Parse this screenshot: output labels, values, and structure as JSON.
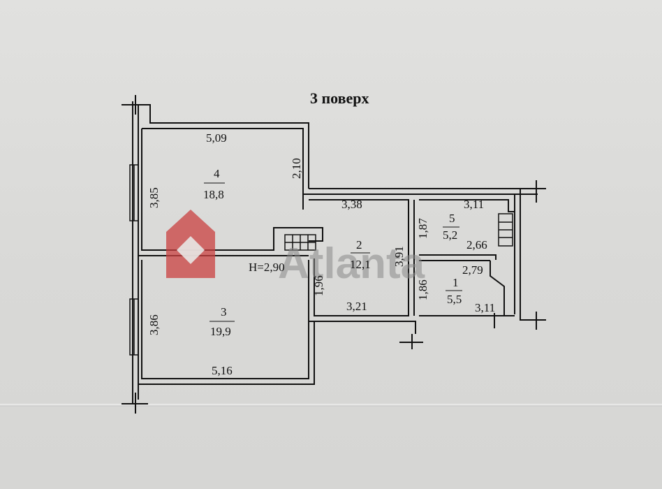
{
  "title": "3 поверх",
  "ceiling_height": "H=2,90",
  "watermark": "Atlanta",
  "colors": {
    "ink": "#111111",
    "paper": "#dcdcdb",
    "logo": "#c94040",
    "watermark": "#8a8a8a"
  },
  "rooms": [
    {
      "number": "4",
      "area": "18,8",
      "width": "5,09",
      "height_dim": "3,85",
      "side_dim": "2,10"
    },
    {
      "number": "3",
      "area": "19,9",
      "width": "5,16",
      "height_dim": "3,86"
    },
    {
      "number": "2",
      "area": "12,1",
      "top_dim": "3,38",
      "bottom_dim": "3,21",
      "right_dim": "3,91",
      "left_dim": "1,96"
    },
    {
      "number": "5",
      "area": "5,2",
      "top_dim": "3,11",
      "left_dim": "1,87",
      "bottom_dim": "2,66"
    },
    {
      "number": "1",
      "area": "5,5",
      "top_dim": "2,79",
      "left_dim": "1,86",
      "bottom_dim": "3,11"
    }
  ]
}
